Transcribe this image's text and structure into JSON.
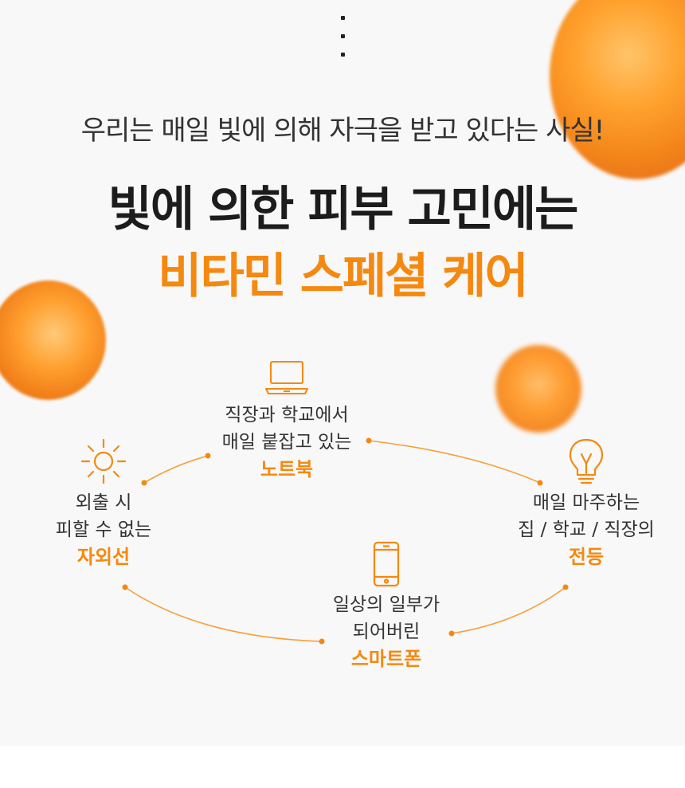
{
  "intro": {
    "subtitle": "우리는 매일 빛에 의해 자극을 받고 있다는 사실!",
    "headline": "빛에 의한 피부 고민에는",
    "headline_accent": "비타민 스페셜 케어"
  },
  "colors": {
    "accent": "#f5880f",
    "text": "#333333",
    "background": "#f8f8f8"
  },
  "nodes": {
    "laptop": {
      "icon": "laptop-icon",
      "line1": "직장과 학교에서",
      "line2": "매일 붙잡고 있는",
      "label": "노트북"
    },
    "sun": {
      "icon": "sun-icon",
      "line1": "외출 시",
      "line2": "피할 수 없는",
      "label": "자외선"
    },
    "bulb": {
      "icon": "lightbulb-icon",
      "line1": "매일 마주하는",
      "line2": "집 / 학교 / 직장의",
      "label": "전등"
    },
    "phone": {
      "icon": "smartphone-icon",
      "line1": "일상의 일부가",
      "line2": "되어버린",
      "label": "스마트폰"
    }
  }
}
